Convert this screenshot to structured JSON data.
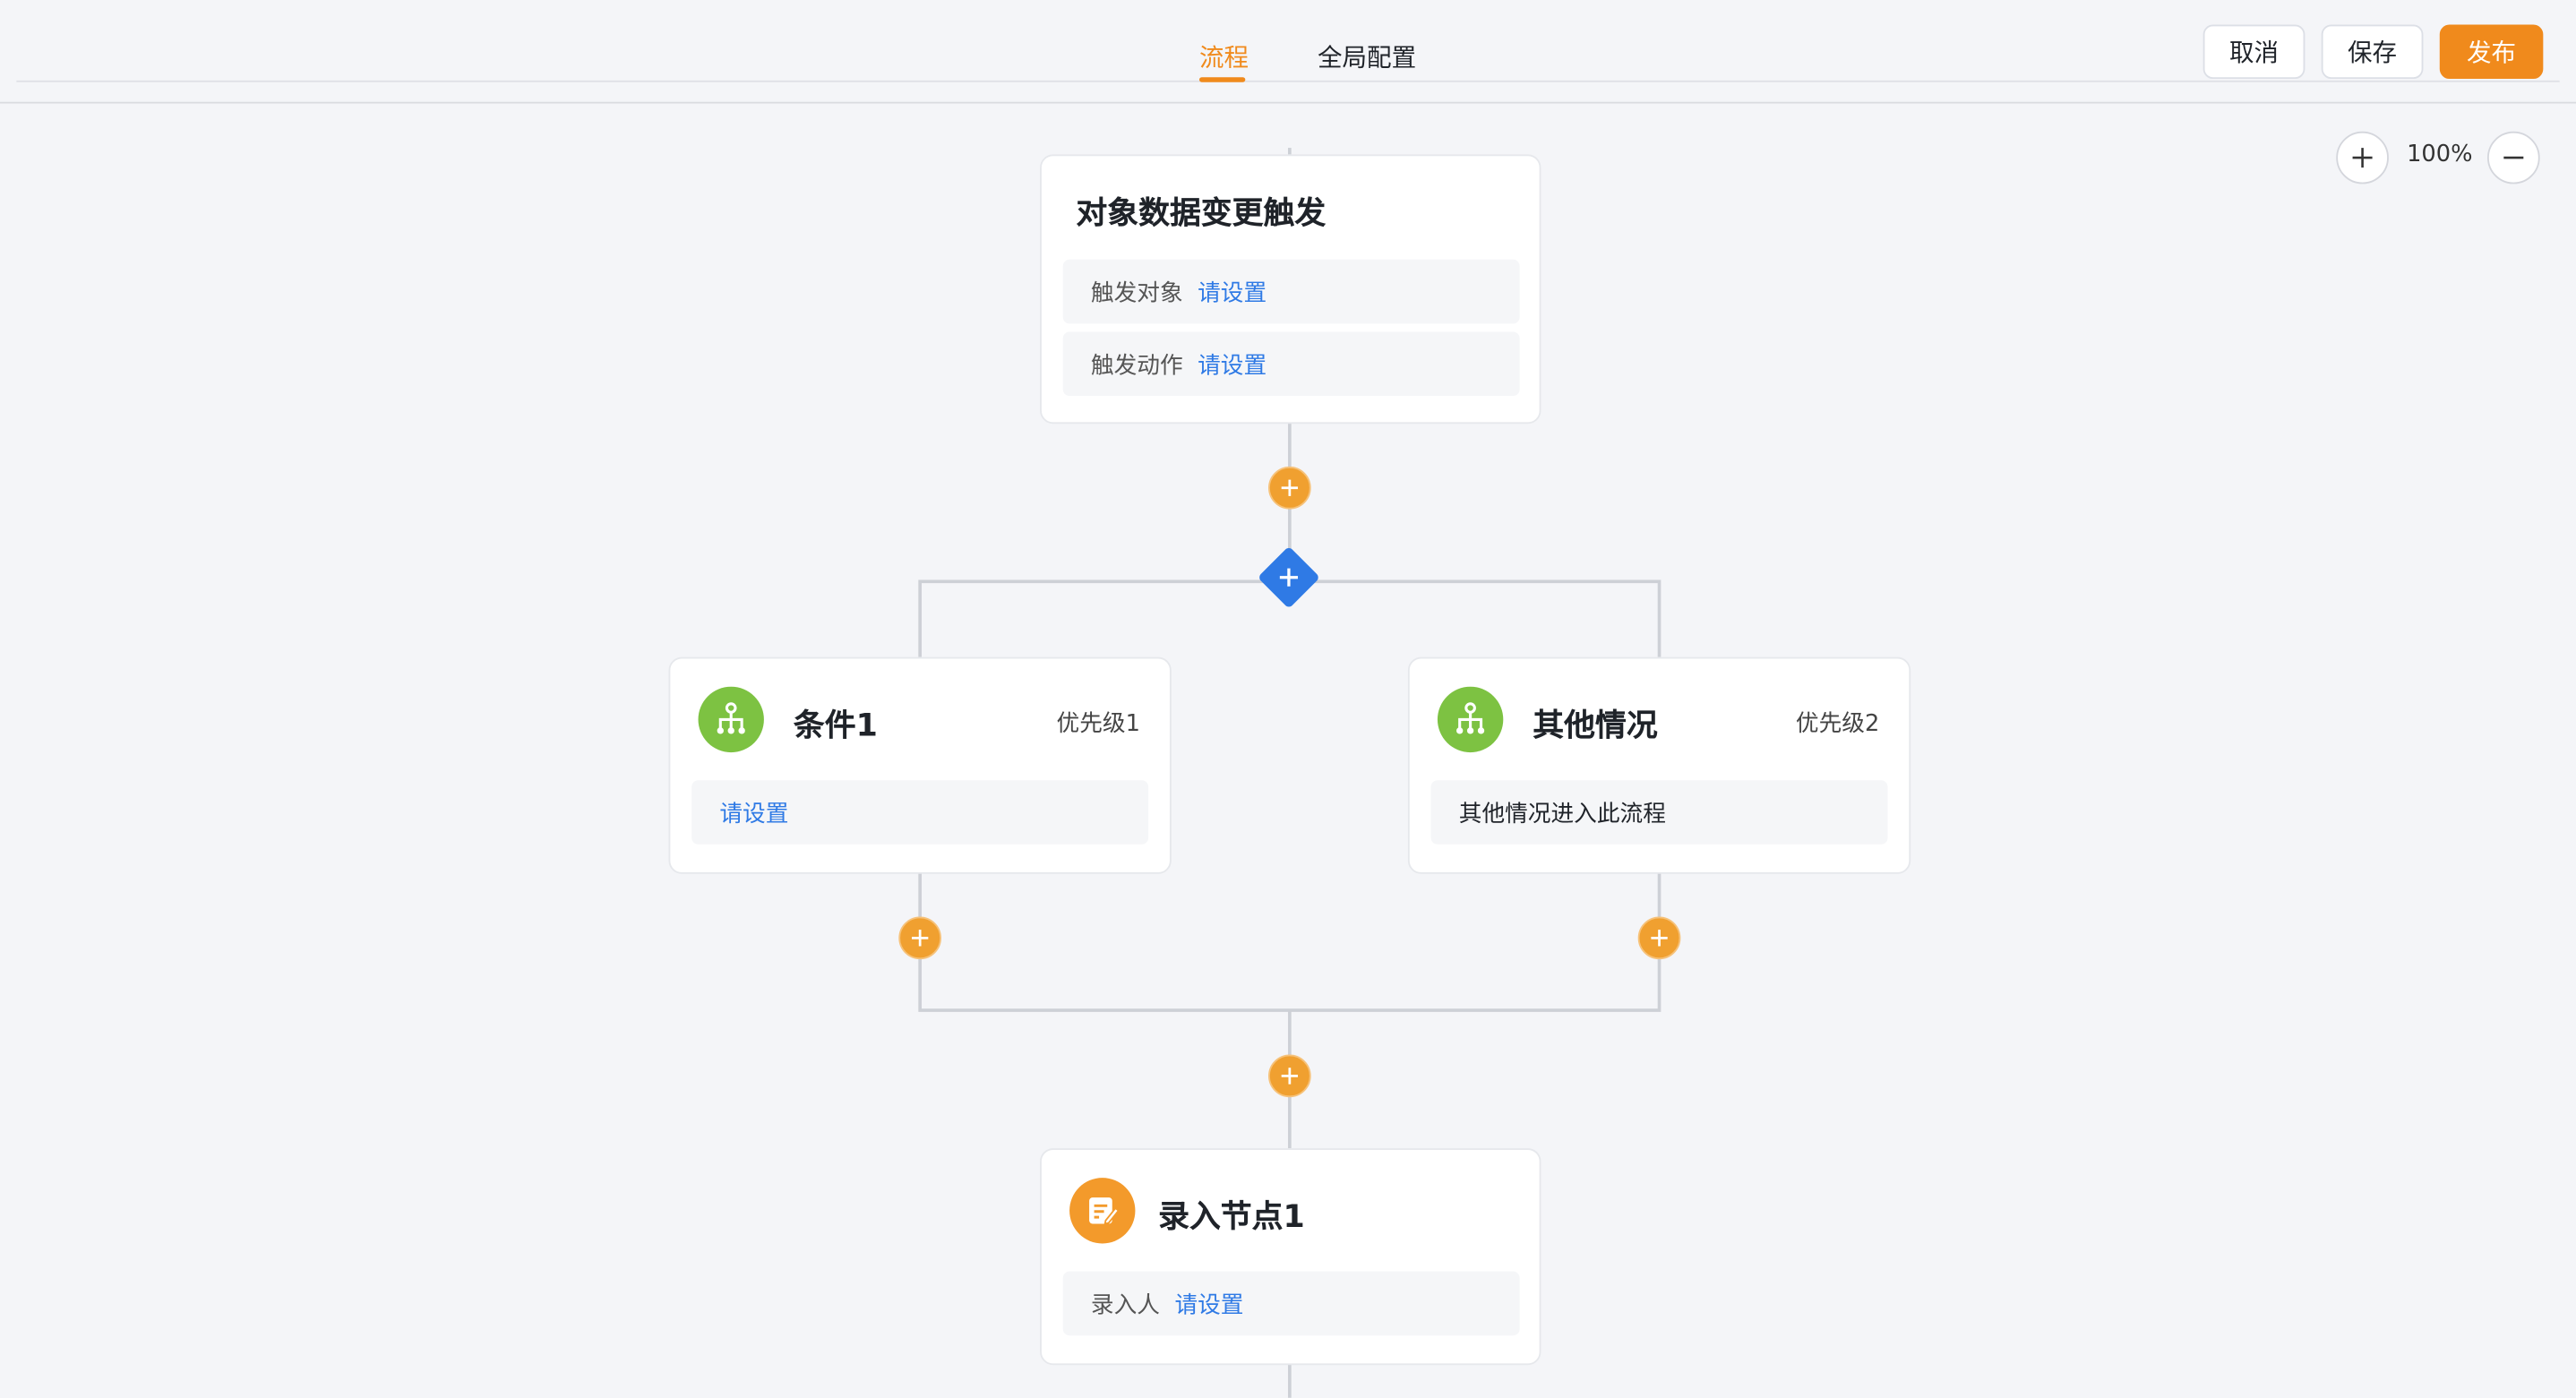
{
  "tabs": [
    {
      "label": "流程",
      "active": true
    },
    {
      "label": "全局配置",
      "active": false
    }
  ],
  "actions": {
    "cancel": "取消",
    "save": "保存",
    "publish": "发布"
  },
  "zoom": {
    "level": "100%"
  },
  "trigger_node": {
    "title": "对象数据变更触发",
    "rows": [
      {
        "key": "触发对象",
        "value": "请设置"
      },
      {
        "key": "触发动作",
        "value": "请设置"
      }
    ]
  },
  "branches": [
    {
      "title": "条件1",
      "priority": "优先级1",
      "body": "请设置",
      "body_is_link": true
    },
    {
      "title": "其他情况",
      "priority": "优先级2",
      "body": "其他情况进入此流程",
      "body_is_link": false
    }
  ],
  "input_node": {
    "title": "录入节点1",
    "rows": [
      {
        "key": "录入人",
        "value": "请设置"
      }
    ]
  },
  "colors": {
    "accent": "#f08a1c",
    "link": "#2f7ae5",
    "branch_icon": "#7dc242",
    "input_icon": "#f39a2b"
  },
  "icons": {
    "add": "plus-icon",
    "zoom_in": "zoom-in-icon",
    "zoom_out": "zoom-out-icon",
    "branch": "branch-icon",
    "input": "edit-form-icon"
  }
}
